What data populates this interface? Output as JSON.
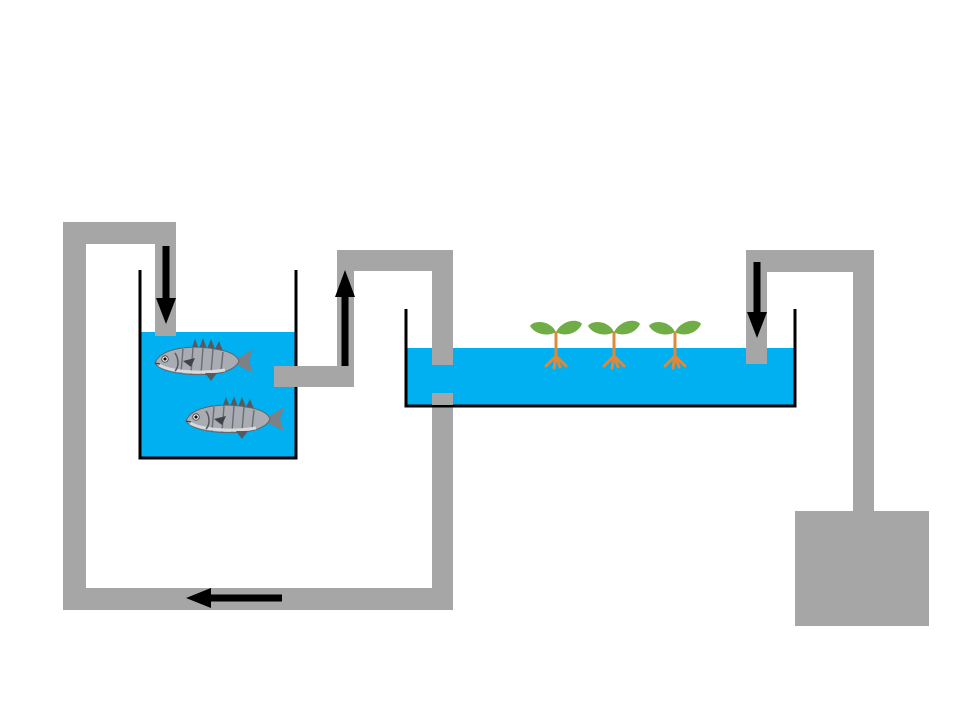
{
  "colors": {
    "background": "#ffffff",
    "pipe": "#a6a6a6",
    "water": "#00b0f0",
    "tank_outline": "#000000",
    "arrow": "#000000",
    "leaf": "#70ad47",
    "root": "#e0883a",
    "fish_body": "#a9acb2",
    "fish_dark": "#555a60"
  },
  "components": [
    {
      "name": "fish-tank",
      "kind": "tank",
      "fish_count": 2
    },
    {
      "name": "plant-bed",
      "kind": "tank",
      "plant_count": 3
    },
    {
      "name": "pump-box",
      "kind": "box"
    }
  ],
  "flow_arrows": [
    {
      "name": "arrow-into-fish-tank",
      "direction": "down"
    },
    {
      "name": "arrow-out-of-fish-tank",
      "direction": "up"
    },
    {
      "name": "arrow-into-plant-bed",
      "direction": "down"
    },
    {
      "name": "arrow-return-pipe",
      "direction": "left"
    }
  ],
  "icons": [
    "fish-icon",
    "seedling-icon",
    "arrow-icon"
  ]
}
